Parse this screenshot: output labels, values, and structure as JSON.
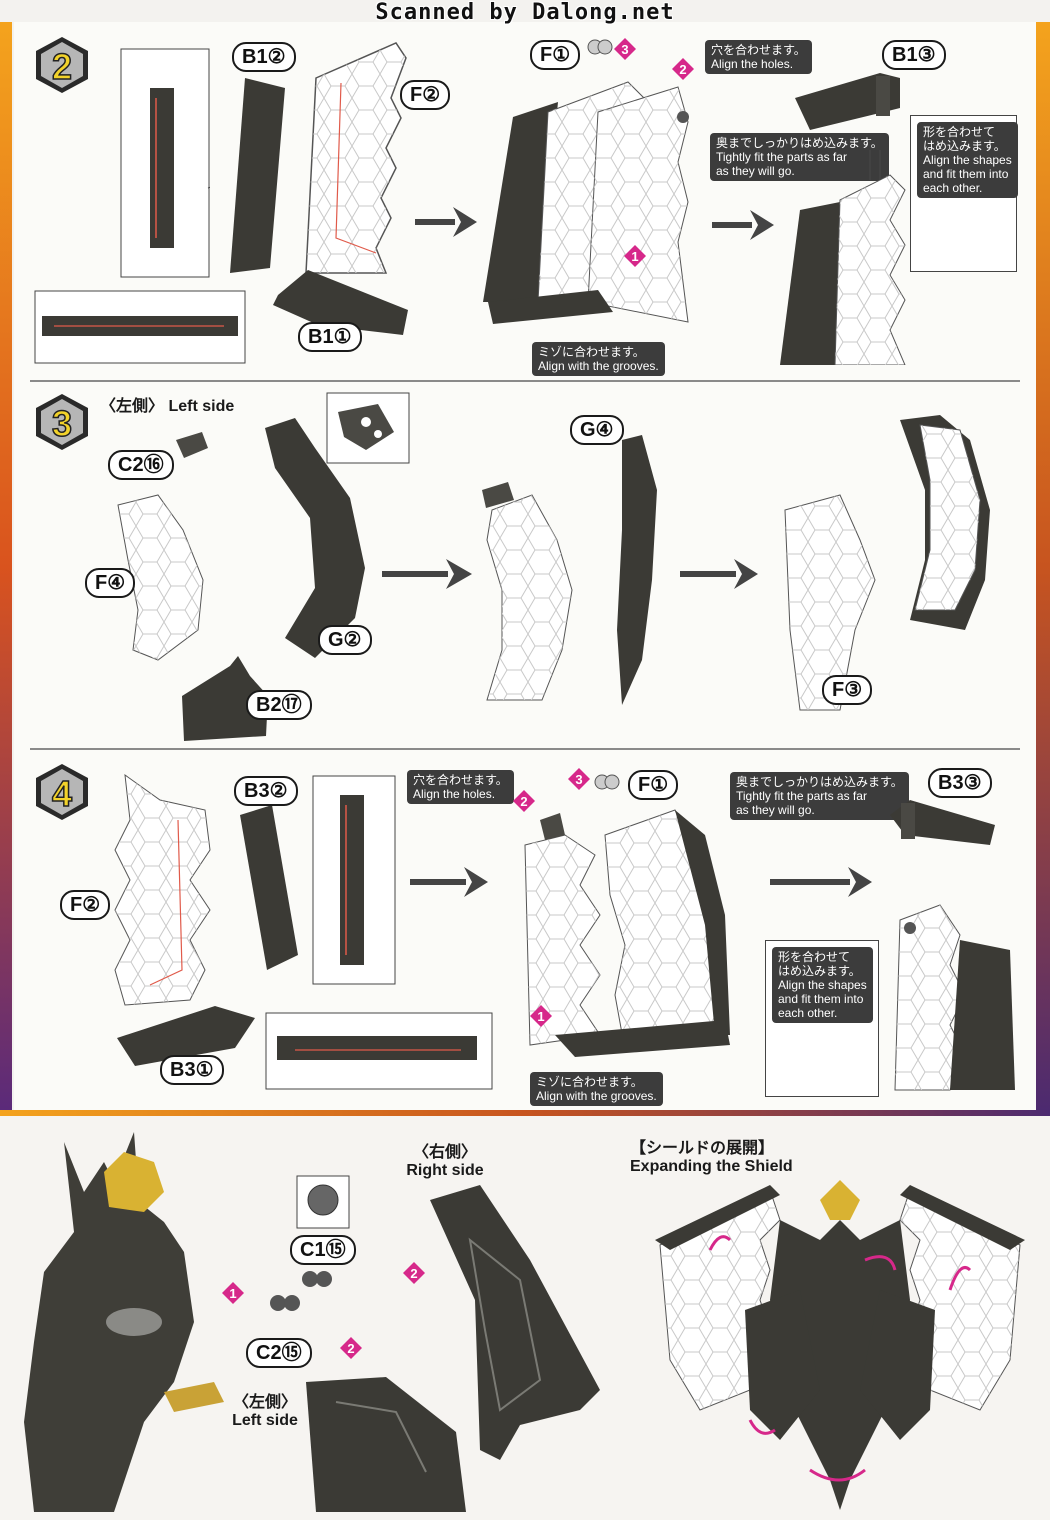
{
  "scan_watermark": "Scanned by Dalong.net",
  "steps": [
    {
      "number": "2"
    },
    {
      "number": "3",
      "side_label": "〈左側〉 Left side"
    },
    {
      "number": "4"
    }
  ],
  "parts": {
    "b1_2": "B1②",
    "f2": "F②",
    "b1_1": "B1①",
    "f1": "F①",
    "b1_3": "B1③",
    "c2_16": "C2⑯",
    "f4": "F④",
    "g2": "G②",
    "b2_17": "B2⑰",
    "g4": "G④",
    "f3": "F③",
    "b3_2": "B3②",
    "b3_1": "B3①",
    "b3_3": "B3③",
    "c1_15": "C1⑮",
    "c2_15": "C2⑮"
  },
  "notes": {
    "align_holes_ja": "穴を合わせます。",
    "align_holes_en": "Align the holes.",
    "tight_fit_ja": "奥までしっかりはめ込みます。",
    "tight_fit_en_1": "Tightly fit the parts as far",
    "tight_fit_en_2": "as they will go.",
    "align_shapes_ja_1": "形を合わせて",
    "align_shapes_ja_2": "はめ込みます。",
    "align_shapes_en_1": "Align the shapes",
    "align_shapes_en_2": "and fit them into",
    "align_shapes_en_3": "each other.",
    "grooves_ja": "ミゾに合わせます。",
    "grooves_en": "Align with the grooves."
  },
  "bottom": {
    "right_side_ja": "〈右側〉",
    "right_side_en": "Right side",
    "left_side_ja": "〈左側〉",
    "left_side_en": "Left side",
    "shield_title_ja": "【シールドの展開】",
    "shield_title_en": "Expanding the Shield"
  },
  "colors": {
    "accent_magenta": "#d6288a",
    "dark_part": "#3b3a35",
    "orange": "#f4a31d",
    "purple": "#4c2a70"
  }
}
